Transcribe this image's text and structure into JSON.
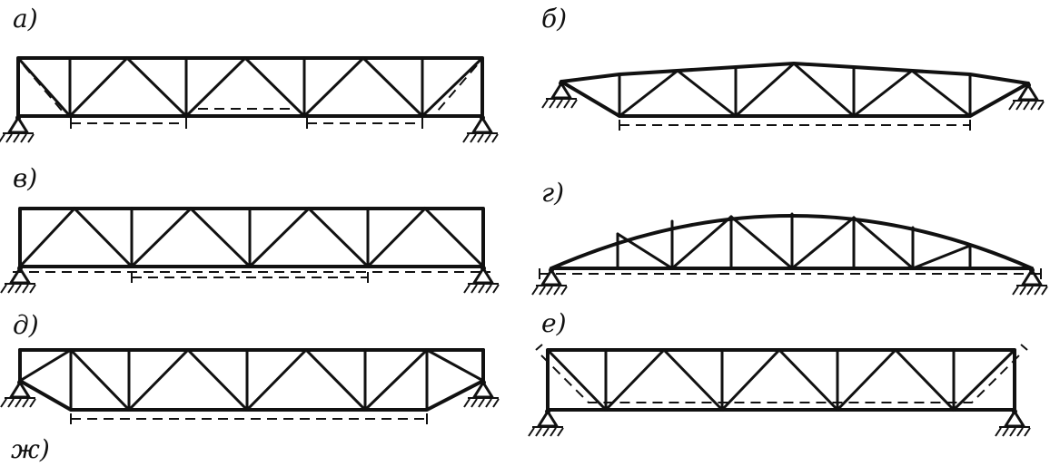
{
  "labels": {
    "a": "а)",
    "b": "б)",
    "v": "в)",
    "g": "г)",
    "d": "д)",
    "e": "е)",
    "zh": "ж)"
  }
}
